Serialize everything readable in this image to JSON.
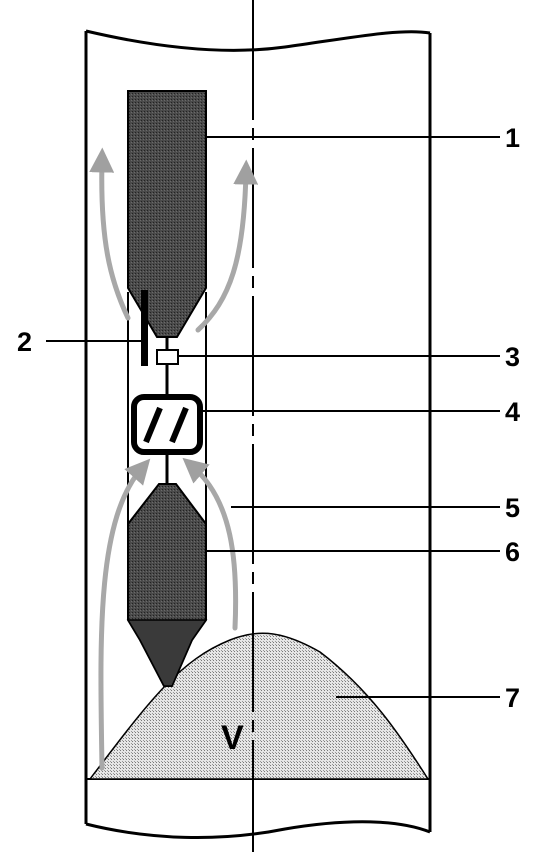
{
  "callouts": {
    "c1": "1",
    "c2": "2",
    "c3": "3",
    "c4": "4",
    "c5": "5",
    "c6": "6",
    "c7": "7"
  },
  "velocity_label": "V",
  "colors": {
    "line": "#000000",
    "body_fill": "#555555",
    "body_dark": "#3c3c3c",
    "flow_arrow": "#a8a8a8",
    "profile_fill": "#c8c8c8",
    "background": "#ffffff"
  }
}
